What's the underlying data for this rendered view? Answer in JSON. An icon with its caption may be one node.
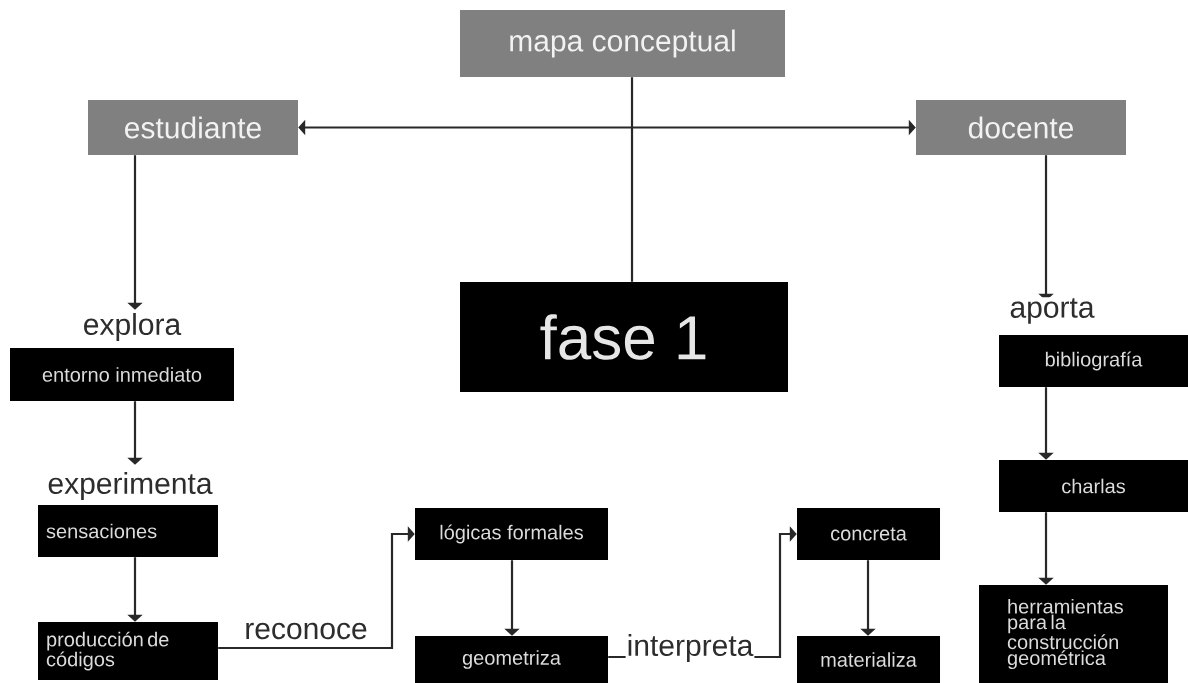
{
  "diagram": {
    "nodes": [
      {
        "text": [
          "mapa conceptual"
        ]
      },
      {
        "text": [
          "estudiante"
        ]
      },
      {
        "text": [
          "docente"
        ]
      },
      {
        "text": [
          "fase 1"
        ]
      },
      {
        "text": [
          "entorno inmediato"
        ]
      },
      {
        "text": [
          "sensaciones"
        ]
      },
      {
        "text": [
          "producción de códigos"
        ]
      },
      {
        "text": [
          "lógicas formales"
        ]
      },
      {
        "text": [
          "geometriza"
        ]
      },
      {
        "text": [
          "concreta"
        ]
      },
      {
        "text": [
          "materializa"
        ]
      },
      {
        "text": [
          "bibliografía"
        ]
      },
      {
        "text": [
          "charlas"
        ]
      },
      {
        "text": [
          "herramientas para la construcción geométrica"
        ]
      }
    ],
    "edges": [
      {
        "from": 0,
        "to": 3,
        "arrow": "none"
      },
      {
        "from": 1,
        "to": 2,
        "arrow": "both"
      },
      {
        "from": 1,
        "to": 4,
        "arrow": "to",
        "label": "explora"
      },
      {
        "from": 4,
        "to": 5,
        "arrow": "to",
        "label": "experimenta"
      },
      {
        "from": 5,
        "to": 6,
        "arrow": "to"
      },
      {
        "from": 6,
        "to": 7,
        "arrow": "to",
        "label": "reconoce"
      },
      {
        "from": 7,
        "to": 8,
        "arrow": "to"
      },
      {
        "from": 8,
        "to": 9,
        "arrow": "to",
        "label": "interpreta"
      },
      {
        "from": 9,
        "to": 10,
        "arrow": "to"
      },
      {
        "from": 2,
        "to": 11,
        "arrow": "to",
        "label": "aporta"
      },
      {
        "from": 11,
        "to": 12,
        "arrow": "to"
      },
      {
        "from": 12,
        "to": 13,
        "arrow": "to"
      }
    ]
  }
}
